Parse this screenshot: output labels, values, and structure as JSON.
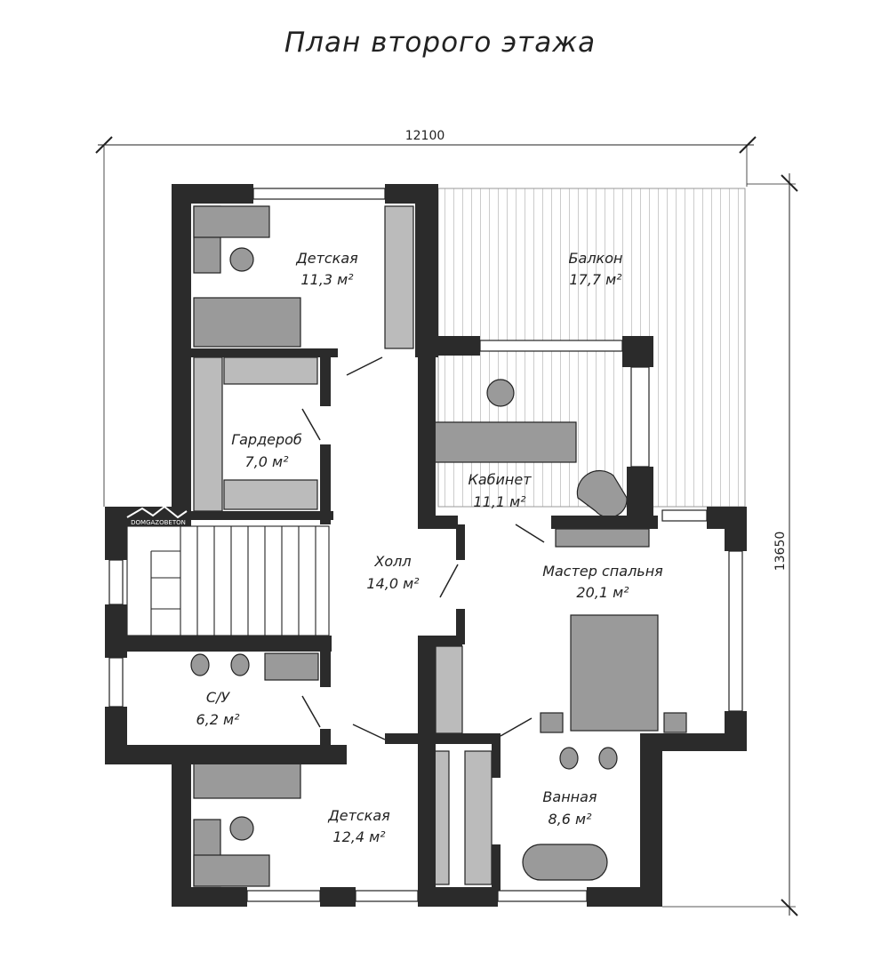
{
  "title": "План второго этажа",
  "dimensions": {
    "width": "12100",
    "height": "13650"
  },
  "logo": "DOMGAZOBETON",
  "rooms": [
    {
      "name": "Детская",
      "area": "11,3 м²"
    },
    {
      "name": "Балкон",
      "area": "17,7 м²"
    },
    {
      "name": "Гардероб",
      "area": "7,0 м²"
    },
    {
      "name": "Кабинет",
      "area": "11,1 м²"
    },
    {
      "name": "Холл",
      "area": "14,0 м²"
    },
    {
      "name": "Мастер спальня",
      "area": "20,1 м²"
    },
    {
      "name": "С/У",
      "area": "6,2 м²"
    },
    {
      "name": "Детская",
      "area": "12,4 м²"
    },
    {
      "name": "Ванная",
      "area": "8,6 м²"
    }
  ],
  "colors": {
    "wall": "#2b2b2b",
    "furniture": "#9a9a9a"
  }
}
